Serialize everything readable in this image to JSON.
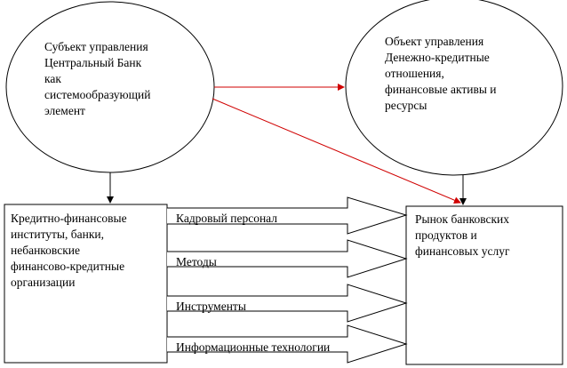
{
  "diagram": {
    "subject_node": {
      "text": "Субъект управления\nЦентральный Банк\nкак\nсистемообразующий\nэлемент"
    },
    "object_node": {
      "text": "Объект управления\nДенежно-кредитные\nотношения,\nфинансовые активы и\nресурсы"
    },
    "institutions_node": {
      "text": "Кредитно-финансовые\nинституты, банки,\nнебанковские\nфинансово-кредитные\nорганизации"
    },
    "market_node": {
      "text": "Рынок банковских\nпродуктов и\nфинансовых услуг"
    },
    "channels": [
      {
        "label": "Кадровый персонал"
      },
      {
        "label": "Методы"
      },
      {
        "label": "Инструменты"
      },
      {
        "label": "Информационные технологии"
      }
    ],
    "colors": {
      "line": "#000000",
      "red_arrow": "#d00000"
    }
  }
}
